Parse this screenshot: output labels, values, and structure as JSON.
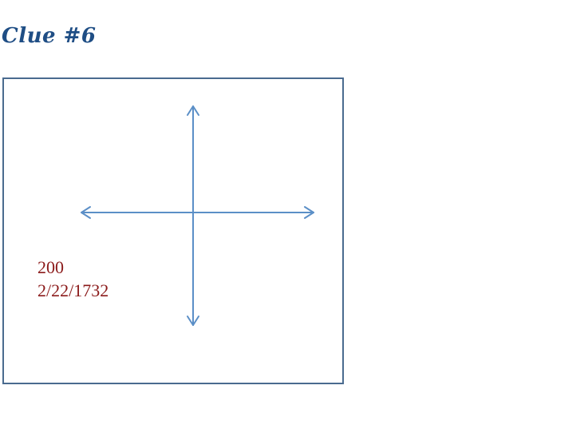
{
  "slide": {
    "title": "Clue #6"
  },
  "diagram": {
    "line1": "200",
    "line2": "2/22/1732",
    "colors": {
      "title": "#1f4e85",
      "frame": "#4a6b8f",
      "arrows": "#5b8fc7",
      "text": "#8b1a1a"
    }
  }
}
